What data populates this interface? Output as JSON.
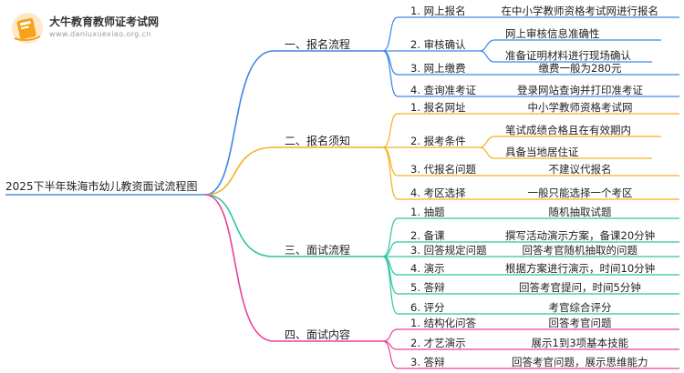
{
  "logo": {
    "title": "大牛教育教师证考试网",
    "subtitle": "www.daniuxuexiao.org.cn",
    "icon": "book-logo-icon"
  },
  "root": {
    "label": "2025下半年珠海市幼儿教资面试流程图"
  },
  "colors": {
    "root_line": "#4d8fe0",
    "branches": [
      "#3d86e6",
      "#f3b120",
      "#2ec4a0",
      "#e8409a"
    ]
  },
  "branches": [
    {
      "label": "一、报名流程",
      "items": [
        {
          "label": "1. 网上报名",
          "details": [
            "在中小学教师资格考试网进行报名"
          ]
        },
        {
          "label": "2. 审核确认",
          "details": [
            "网上审核信息准确性",
            "准备证明材料进行现场确认"
          ]
        },
        {
          "label": "3. 网上缴费",
          "details": [
            "缴费一般为280元"
          ]
        },
        {
          "label": "4. 查询准考证",
          "details": [
            "登录网站查询并打印准考证"
          ]
        }
      ]
    },
    {
      "label": "二、报名须知",
      "items": [
        {
          "label": "1. 报名网址",
          "details": [
            "中小学教师资格考试网"
          ]
        },
        {
          "label": "2. 报考条件",
          "details": [
            "笔试成绩合格且在有效期内",
            "具备当地居住证"
          ]
        },
        {
          "label": "3. 代报名问题",
          "details": [
            "不建议代报名"
          ]
        },
        {
          "label": "4. 考区选择",
          "details": [
            "一般只能选择一个考区"
          ]
        }
      ]
    },
    {
      "label": "三、面试流程",
      "items": [
        {
          "label": "1. 抽题",
          "details": [
            "随机抽取试题"
          ]
        },
        {
          "label": "2. 备课",
          "details": [
            "撰写活动演示方案，备课20分钟"
          ]
        },
        {
          "label": "3. 回答规定问题",
          "details": [
            "回答考官随机抽取的问题"
          ]
        },
        {
          "label": "4. 演示",
          "details": [
            "根据方案进行演示，时间10分钟"
          ]
        },
        {
          "label": "5. 答辩",
          "details": [
            "回答考官提问，时间5分钟"
          ]
        },
        {
          "label": "6. 评分",
          "details": [
            "考官综合评分"
          ]
        }
      ]
    },
    {
      "label": "四、面试内容",
      "items": [
        {
          "label": "1. 结构化问答",
          "details": [
            "回答考官问题"
          ]
        },
        {
          "label": "2. 才艺演示",
          "details": [
            "展示1到3项基本技能"
          ]
        },
        {
          "label": "3. 答辩",
          "details": [
            "回答考官问题，展示思维能力"
          ]
        }
      ]
    }
  ]
}
